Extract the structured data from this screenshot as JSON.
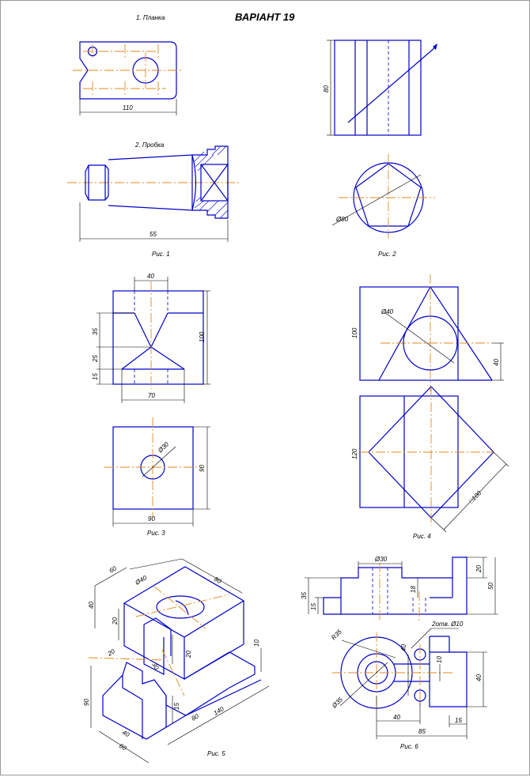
{
  "header": {
    "part1_label": "1. Планка",
    "variant": "ВАРІАНТ 19",
    "part2_label": "2. Пробка"
  },
  "captions": {
    "fig1": "Рис. 1",
    "fig2": "Рис. 2",
    "fig3": "Рис. 3",
    "fig4": "Рис. 4",
    "fig5": "Рис. 5",
    "fig6": "Рис. 6"
  },
  "dims": {
    "f1_plate_len": "110",
    "f1_plug_len": "55",
    "f2_height": "80",
    "f2_dia": "Ø80",
    "f3_top_width": "40",
    "f3_h35": "35",
    "f3_h25": "25",
    "f3_h15": "15",
    "f3_width70": "70",
    "f3_height100": "100",
    "f3_hole_dia": "Ø30",
    "f3_plan_h": "90",
    "f3_plan_w": "90",
    "f4_circle_dia": "Ø40",
    "f4_h100": "100",
    "f4_h40": "40",
    "f4_h120": "120",
    "f4_square": "□100",
    "f5_60a": "60",
    "f5_80a": "80",
    "f5_dia40": "Ø40",
    "f5_40": "40",
    "f5_20a": "20",
    "f5_20b": "20",
    "f5_20c": "20",
    "f5_30": "30",
    "f5_10": "10",
    "f5_90": "90",
    "f5_15": "15",
    "f5_80b": "80",
    "f5_140": "140",
    "f5_40b": "40",
    "f5_60b": "60",
    "f6_dia30": "Ø30",
    "f6_35": "35",
    "f6_15a": "15",
    "f6_18": "18",
    "f6_20": "20",
    "f6_50": "50",
    "f6_r35": "R35",
    "f6_holes": "2отв. Ø10",
    "f6_40a": "40",
    "f6_10": "10",
    "f6_40b": "40",
    "f6_dia35": "Ø35",
    "f6_40c": "40",
    "f6_85": "85",
    "f6_15b": "15"
  }
}
